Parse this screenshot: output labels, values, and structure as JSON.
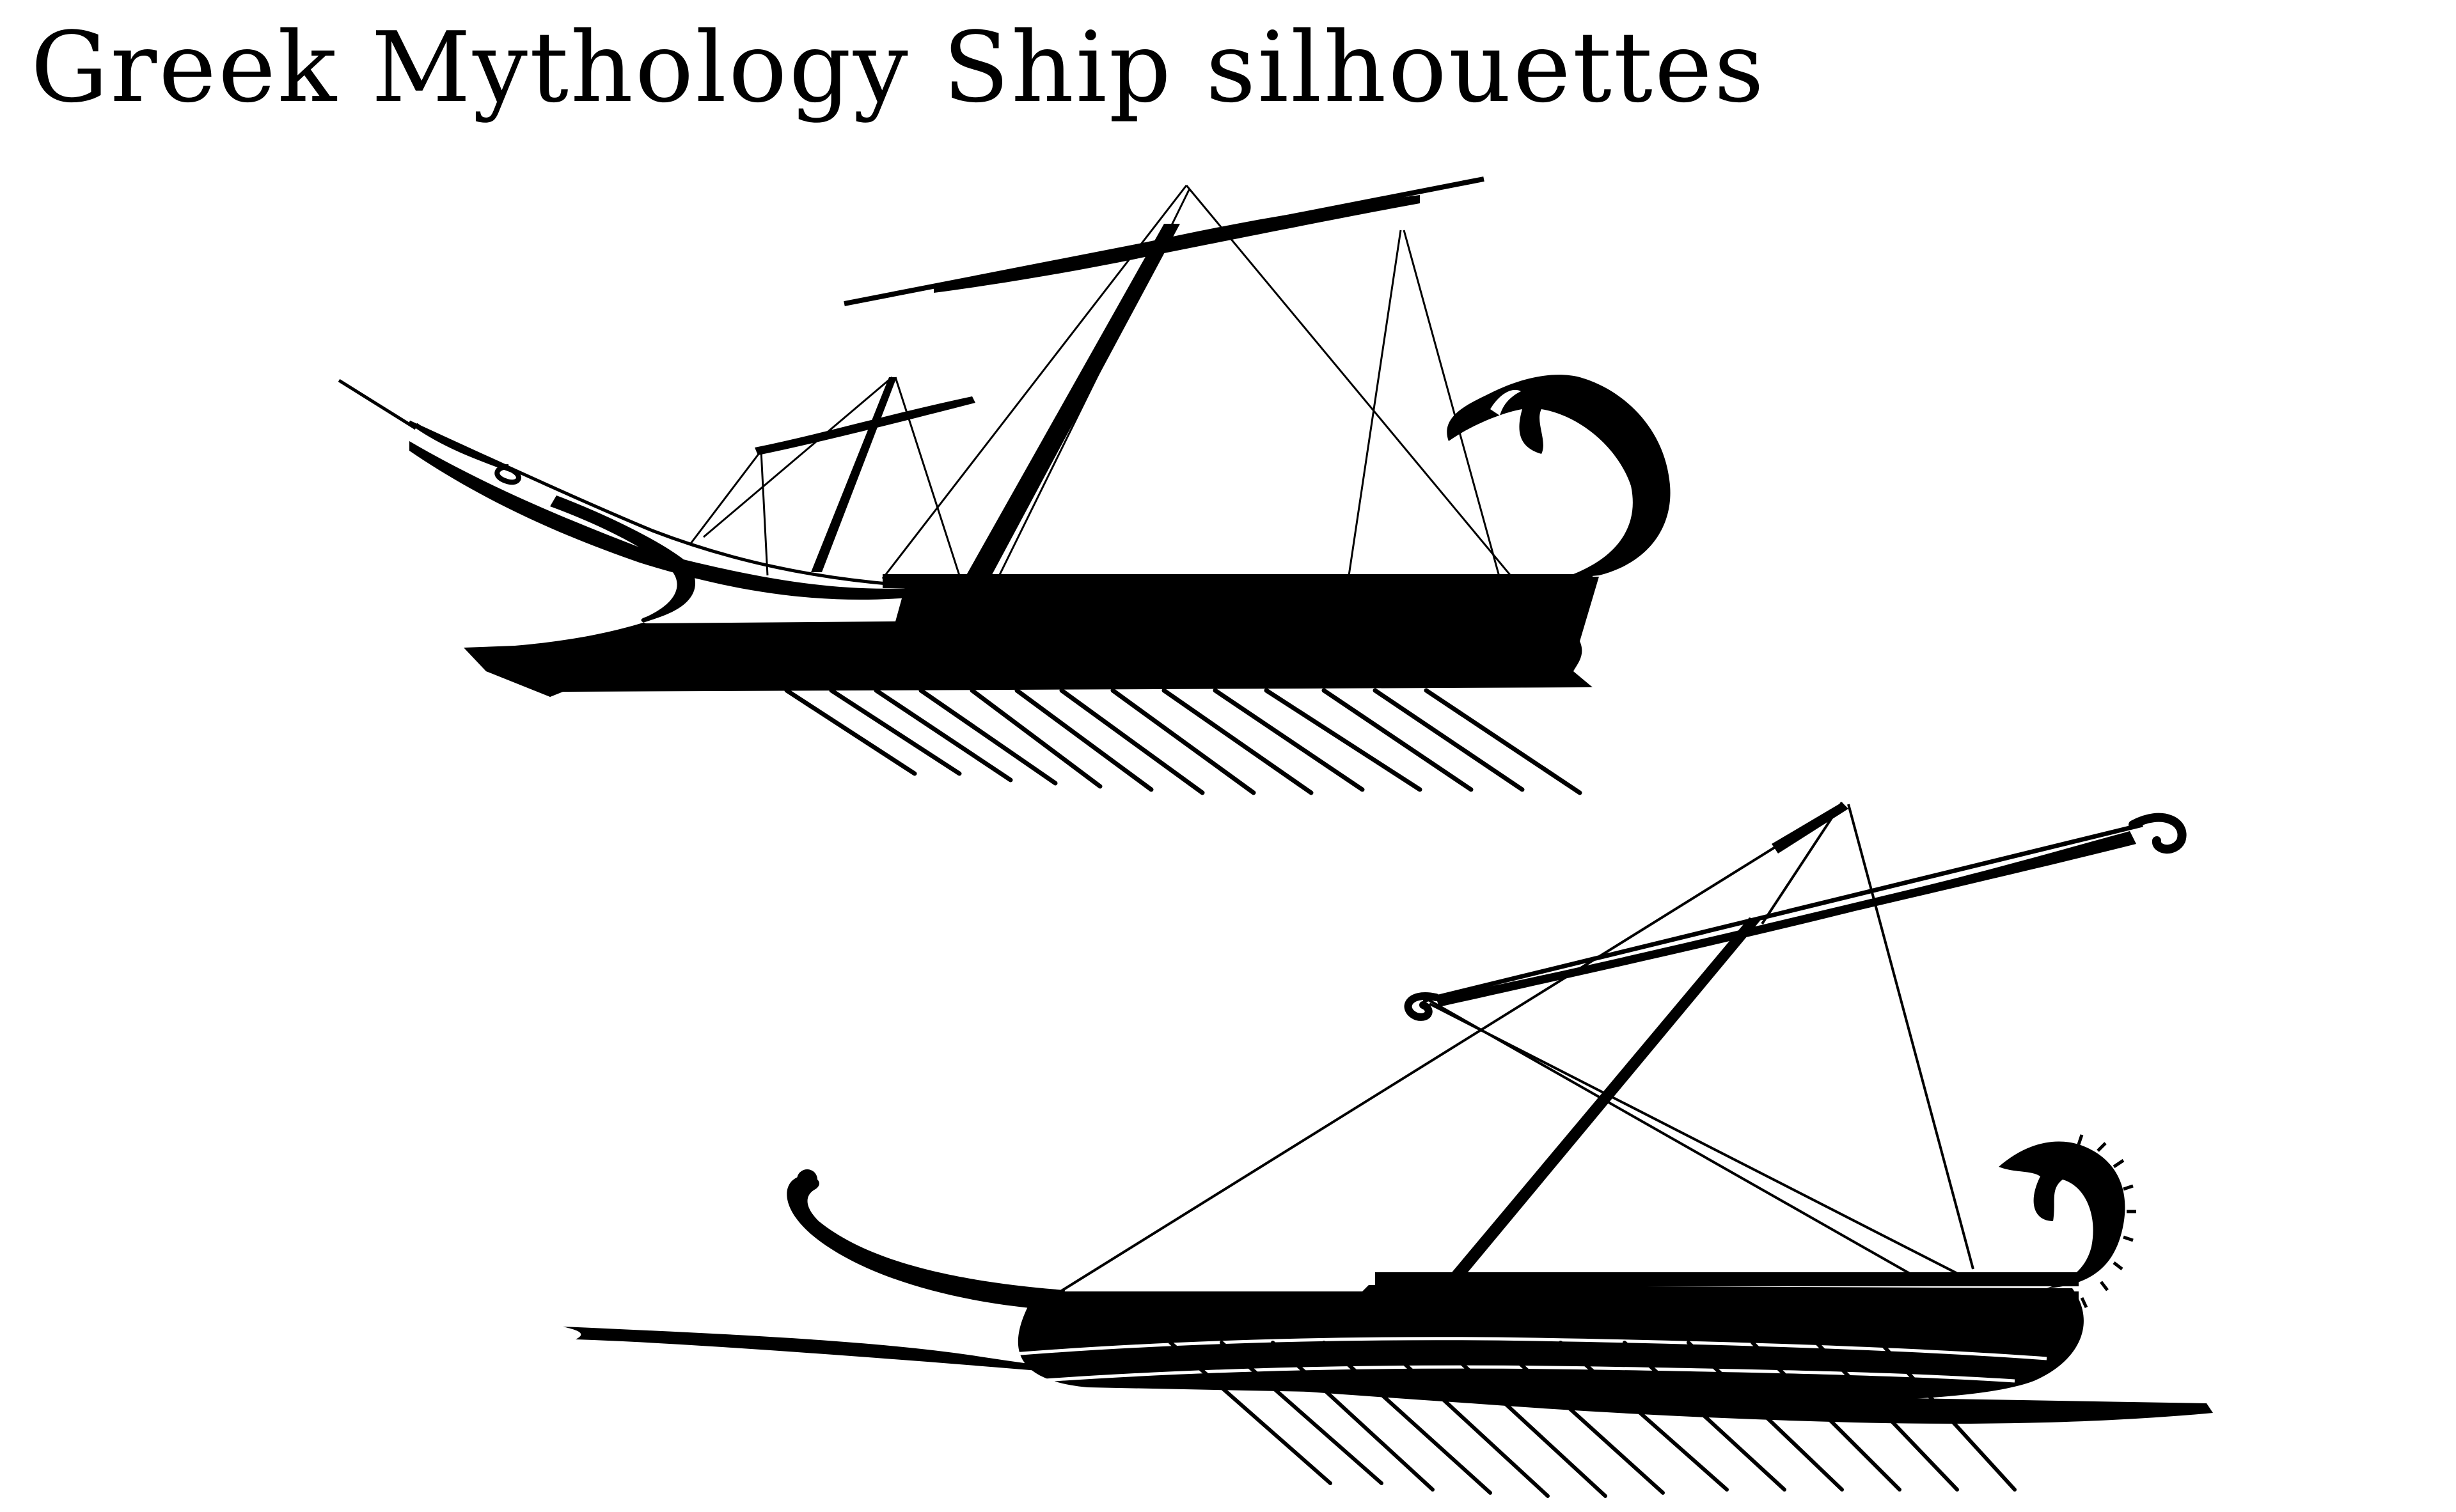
{
  "title": "Greek Mythology Ship silhouettes",
  "colors": {
    "background": "#ffffff",
    "silhouette": "#000000"
  },
  "figures": [
    {
      "name": "ship-silhouette-upper"
    },
    {
      "name": "ship-silhouette-lower"
    }
  ]
}
